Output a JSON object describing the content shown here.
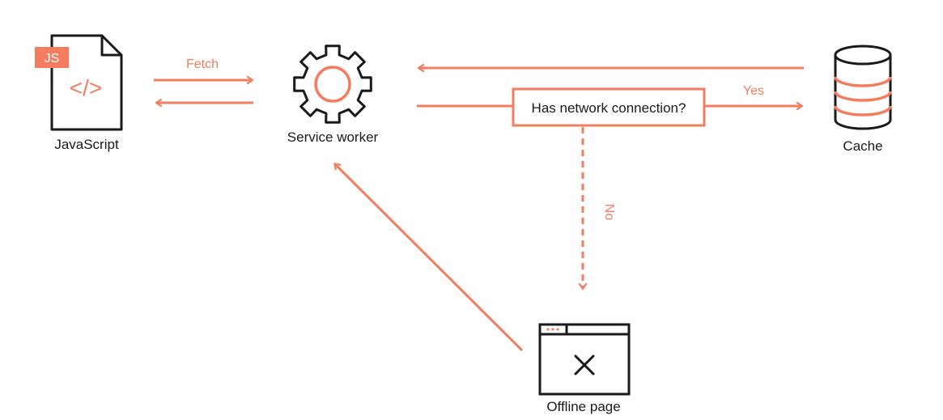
{
  "colors": {
    "accent": "#f47c5f",
    "outline": "#1a1a1a",
    "background": "#ffffff"
  },
  "nodes": {
    "javascript": {
      "label": "JavaScript",
      "badge": "JS",
      "icon": "code-file-icon",
      "glyph": "</>"
    },
    "service_worker": {
      "label": "Service worker",
      "icon": "gear-icon"
    },
    "cache": {
      "label": "Cache",
      "icon": "database-icon"
    },
    "offline_page": {
      "label": "Offline page",
      "icon": "browser-window-x-icon"
    },
    "decision": {
      "label": "Has network connection?"
    }
  },
  "edges": {
    "fetch": "Fetch",
    "yes": "Yes",
    "no": "No"
  }
}
